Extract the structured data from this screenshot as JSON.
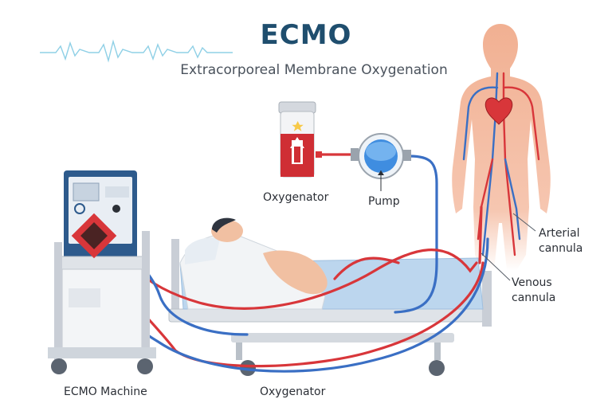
{
  "header": {
    "title": "ECMO",
    "subtitle": "Extracorporeal Membrane Oxygenation"
  },
  "labels": {
    "oxygenator_top": "Oxygenator",
    "pump": "Pump",
    "arterial_cannula_line1": "Arterial",
    "arterial_cannula_line2": "cannula",
    "venous_cannula_line1": "Venous",
    "venous_cannula_line2": "cannula",
    "ecmo_machine": "ECMO Machine",
    "oxygenator_bottom": "Oxygenator"
  },
  "colors": {
    "oxygenated_blood": "#d8363a",
    "deoxygenated_blood": "#3a6fc4",
    "machine_blue": "#2d5a8c",
    "skin": "#f3b9a0",
    "bed_blanket": "#bcd6ee",
    "title": "#1f4e6e"
  },
  "icons": {
    "heartbeat": "ecg-waveform-icon",
    "heart": "heart-icon",
    "arrow_up": "arrow-up-icon",
    "arrow_down": "arrow-down-icon"
  }
}
